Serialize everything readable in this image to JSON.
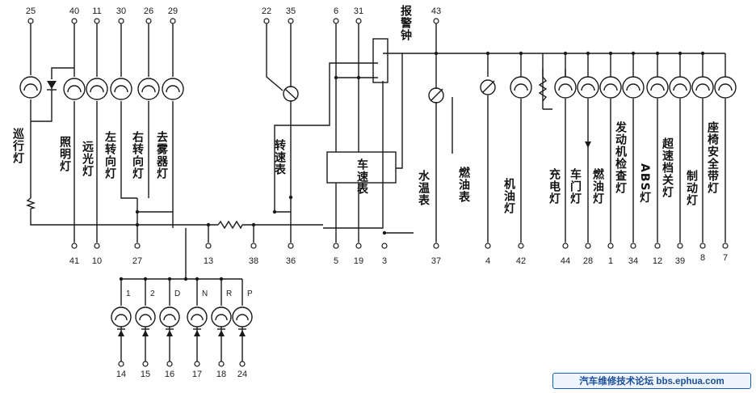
{
  "terminals_top": [
    "25",
    "40",
    "11",
    "30",
    "26",
    "29",
    "22",
    "35",
    "6",
    "31",
    "43"
  ],
  "terminals_bottom": [
    "41",
    "10",
    "27",
    "13",
    "38",
    "36",
    "5",
    "19",
    "3",
    "37",
    "4",
    "42",
    "44",
    "28",
    "1",
    "34",
    "12",
    "39",
    "8",
    "7"
  ],
  "selector_terminals": [
    "14",
    "15",
    "16",
    "17",
    "18",
    "24"
  ],
  "selector_positions": [
    "1",
    "2",
    "D",
    "N",
    "R",
    "P"
  ],
  "labels": {
    "cruise_light": "巡行灯",
    "illumination_light": "照明灯",
    "high_beam_light": "远光灯",
    "left_turn_light": "左转向灯",
    "right_turn_light": "右转向灯",
    "fog_light": "去雾器灯",
    "tachometer": "转速表",
    "speedometer": "车速表",
    "alarm_clock": "报警钟",
    "water_temp_gauge": "水温表",
    "fuel_gauge": "燃油表",
    "oil_light": "机油灯",
    "charge_light": "充电灯",
    "door_light": "车门灯",
    "fuel_light": "燃油灯",
    "engine_check_light": "发动机检查灯",
    "abs_light": "ABS灯",
    "overspeed_light": "超速档关灯",
    "brake_light": "制动灯",
    "seatbelt_light": "座椅安全带灯"
  },
  "watermark": "汽车维修技术论坛 bbs.ephua.com"
}
